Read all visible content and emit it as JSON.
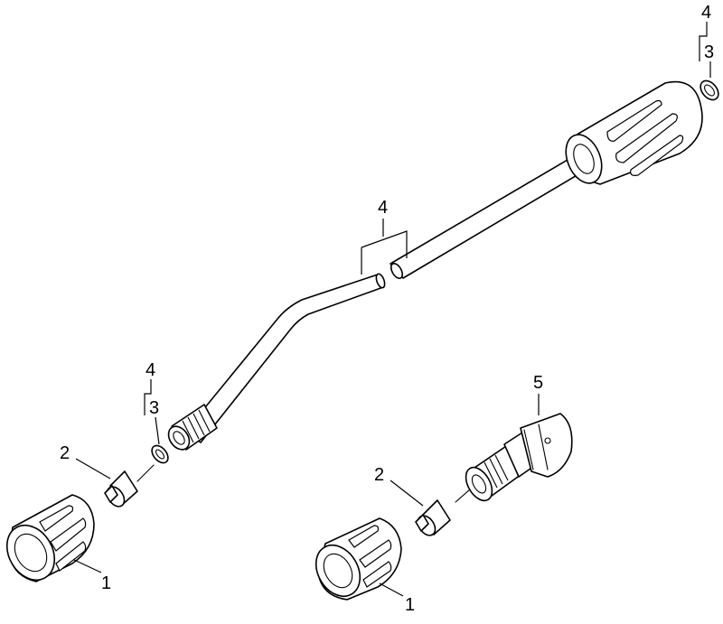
{
  "labels": {
    "nut_left": "1",
    "nut_right": "1",
    "nozzle_left": "2",
    "nozzle_right": "2",
    "oring_left_inner": "3",
    "oring_left_outer": "4",
    "pipe_center": "4",
    "oring_top_inner": "3",
    "oring_top_outer": "4",
    "adapter": "5"
  },
  "colors": {
    "line": "#000000",
    "background": "#ffffff"
  }
}
